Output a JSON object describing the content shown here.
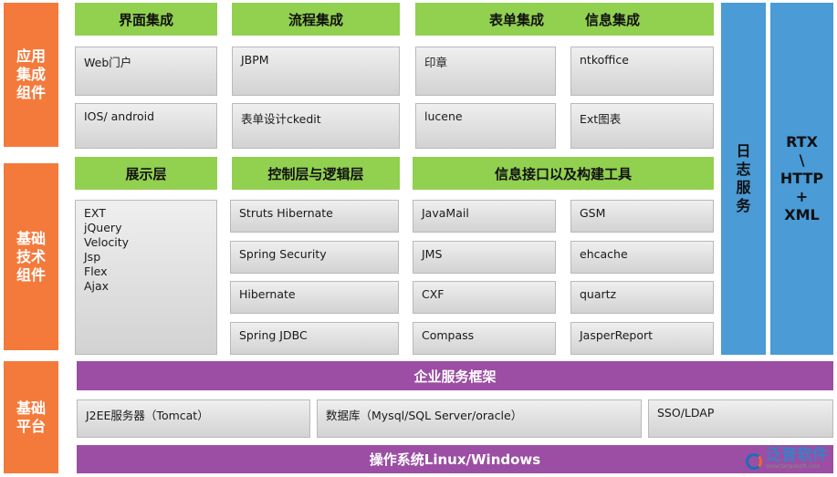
{
  "side_labels": {
    "app": "应用\n集成\n组件",
    "tech": "基础\n技术\n组件",
    "platform": "基础\n平台"
  },
  "headers": {
    "ui_integration": "界面集成",
    "process_integration": "流程集成",
    "form_info_integration": "表单集成　　　信息集成",
    "presentation": "展示层",
    "control_logic": "控制层与逻辑层",
    "info_interface": "信息接口以及构建工具"
  },
  "app_boxes": {
    "web_portal": "Web门户",
    "ios_android": "IOS/ android",
    "jbpm": "JBPM",
    "form_designer": "表单设计ckedit",
    "seal": "印章",
    "lucene": "lucene",
    "ntkoffice": "ntkoffice",
    "ext_chart": "Ext图表"
  },
  "presentation_list": [
    "EXT",
    "jQuery",
    "Velocity",
    "Jsp",
    "Flex",
    "Ajax"
  ],
  "control_boxes": [
    "Struts Hibernate",
    "Spring Security",
    "Hibernate",
    "Spring JDBC"
  ],
  "interface_left": [
    "JavaMail",
    "JMS",
    "CXF",
    "Compass"
  ],
  "interface_right": [
    "GSM",
    "ehcache",
    "quartz",
    "JasperReport"
  ],
  "right_columns": {
    "log_service": "日\n志\n服\n务",
    "rtx": "RTX\n\\\nHTTP\n+\nXML"
  },
  "platform": {
    "enterprise_framework": "企业服务框架",
    "j2ee": "J2EE服务器（Tomcat）",
    "database": "数据库（Mysql/SQL Server/oracle）",
    "sso": "SSO/LDAP",
    "os": "操作系统Linux/Windows"
  },
  "logo": {
    "name": "泛普软件",
    "url": "www.fanpusoft.com"
  },
  "colors": {
    "orange": "#f47a3c",
    "green": "#92d050",
    "blue": "#4a9bd6",
    "purple": "#9b4ea3",
    "gray": "#d9d9d9"
  }
}
